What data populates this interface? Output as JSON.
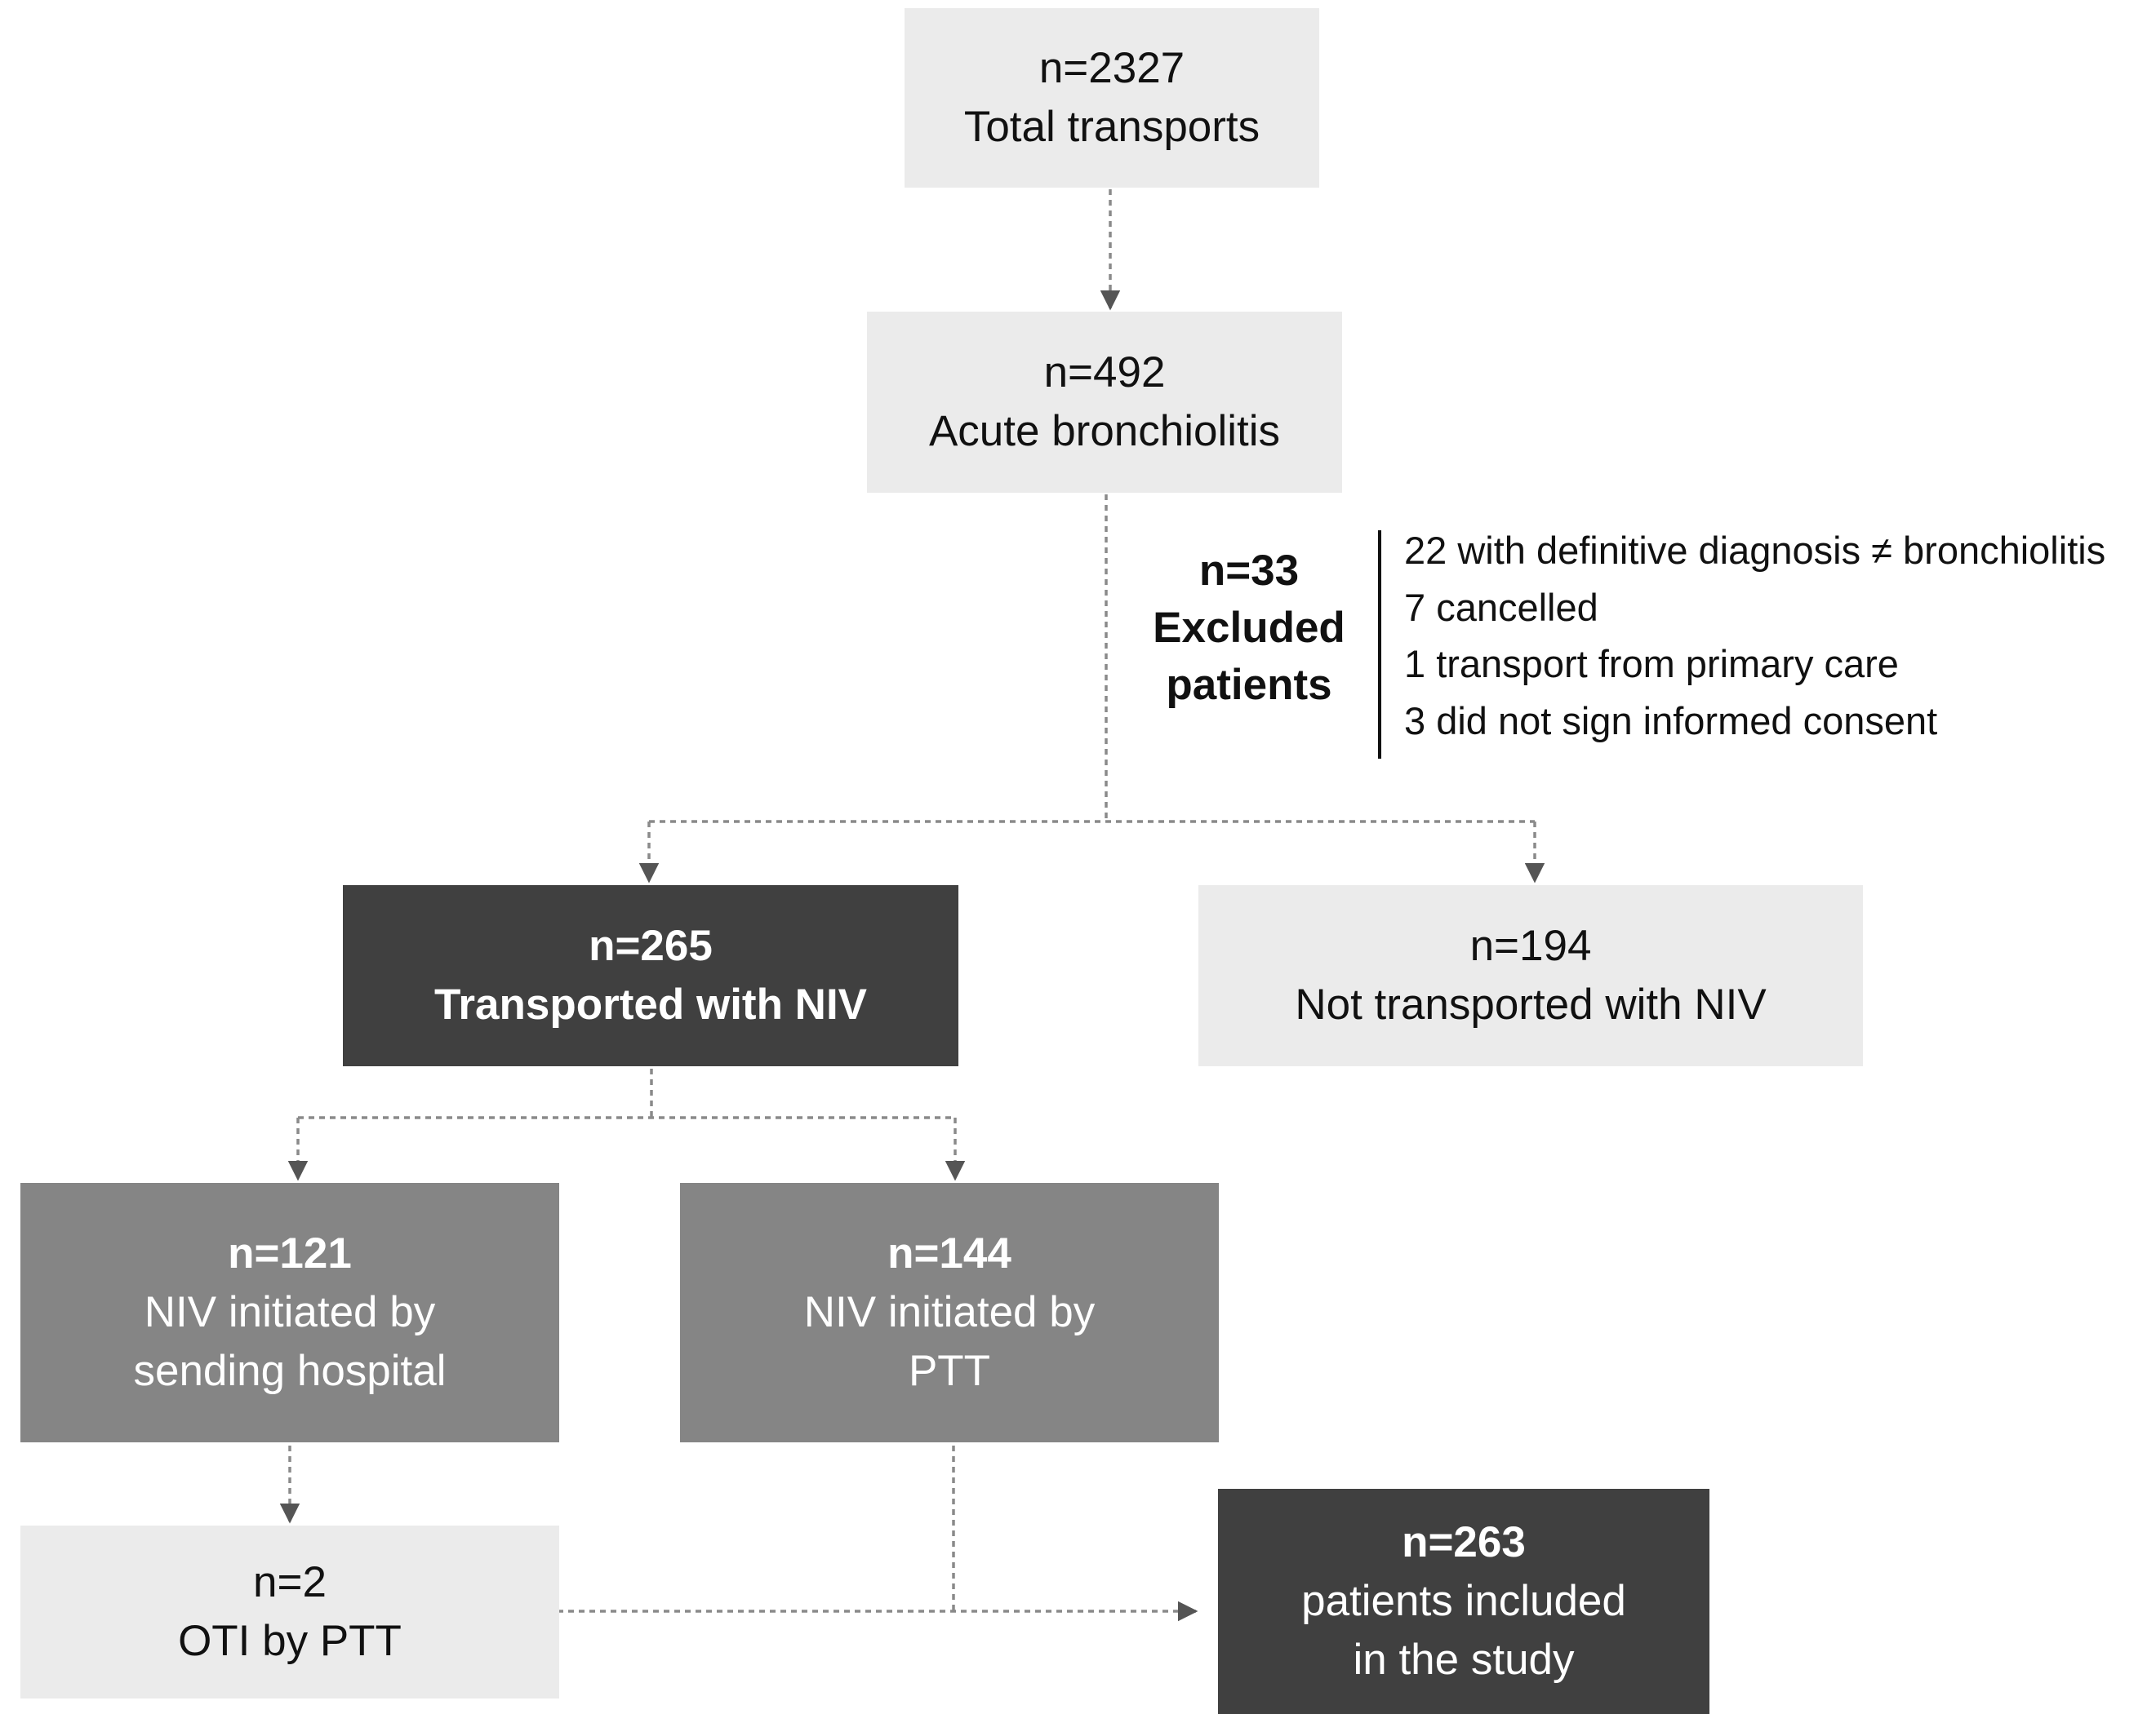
{
  "nodes": {
    "total": {
      "count": "n=2327",
      "label": "Total transports"
    },
    "bronchiolitis": {
      "count": "n=492",
      "label": "Acute bronchiolitis"
    },
    "excluded": {
      "count": "n=33",
      "label_line1": "Excluded",
      "label_line2": "patients",
      "reasons": [
        "22 with definitive diagnosis ≠ bronchiolitis",
        "7 cancelled",
        "1 transport from primary care",
        "3 did not sign informed consent"
      ]
    },
    "niv": {
      "count": "n=265",
      "label": "Transported with NIV"
    },
    "no_niv": {
      "count": "n=194",
      "label": "Not transported with NIV"
    },
    "sending": {
      "count": "n=121",
      "label_line1": "NIV initiated by",
      "label_line2": "sending hospital"
    },
    "ptt": {
      "count": "n=144",
      "label_line1": "NIV initiated by",
      "label_line2": "PTT"
    },
    "oti": {
      "count": "n=2",
      "label": "OTI by PTT"
    },
    "included": {
      "count": "n=263",
      "label_line1": "patients included",
      "label_line2": "in the study"
    }
  },
  "colors": {
    "light_box": "#ebebeb",
    "dark_box": "#404040",
    "mid_box": "#858585",
    "connector": "#8a8a8a",
    "arrowhead": "#555555"
  }
}
